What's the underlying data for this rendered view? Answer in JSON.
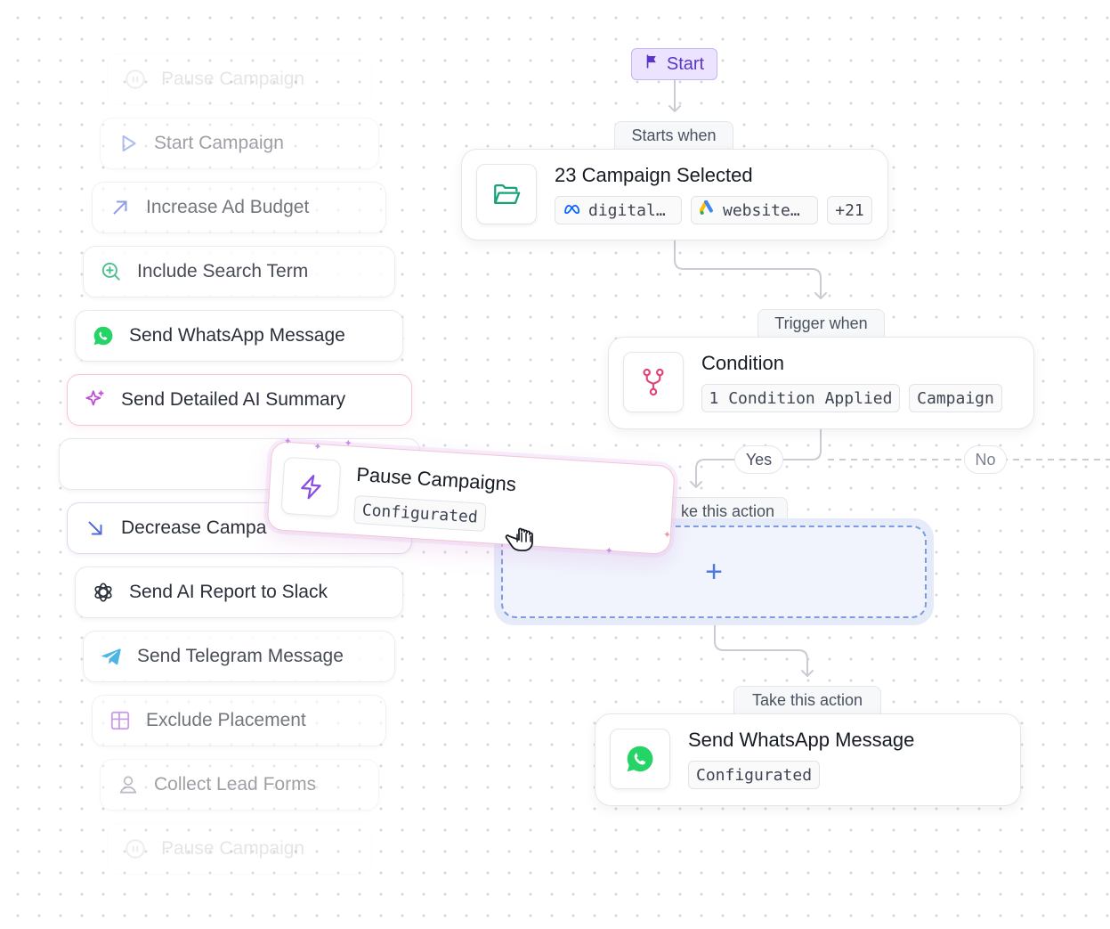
{
  "actions": [
    {
      "label": "Pause Campaign",
      "icon": "pause-icon"
    },
    {
      "label": "Start Campaign",
      "icon": "play-icon"
    },
    {
      "label": "Increase Ad Budget",
      "icon": "arrow-up-right-icon"
    },
    {
      "label": "Include Search Term",
      "icon": "zoom-in-icon"
    },
    {
      "label": "Send WhatsApp Message",
      "icon": "whatsapp-icon"
    },
    {
      "label": "Send Detailed AI Summary",
      "icon": "sparkle-icon"
    },
    {
      "label": "Decrease Campa",
      "icon": "arrow-down-right-icon"
    },
    {
      "label": "Send AI Report to Slack",
      "icon": "openai-icon"
    },
    {
      "label": "Send Telegram Message",
      "icon": "telegram-icon"
    },
    {
      "label": "Exclude Placement",
      "icon": "layout-icon"
    },
    {
      "label": "Collect Lead Forms",
      "icon": "user-icon"
    },
    {
      "label": "Pause Campaign",
      "icon": "pause-icon"
    }
  ],
  "flow": {
    "start_label": "Start",
    "starts_when_label": "Starts when",
    "campaign_node": {
      "title": "23 Campaign Selected",
      "tags": [
        "digital…",
        "website…",
        "+21"
      ]
    },
    "trigger_when_label": "Trigger when",
    "condition_node": {
      "title": "Condition",
      "tags": [
        "1 Condition Applied",
        "Campaign"
      ]
    },
    "yes_label": "Yes",
    "no_label": "No",
    "take_action_partial": "ke this action",
    "drop_zone_plus": "+",
    "take_action_label": "Take this action",
    "whatsapp_node": {
      "title": "Send WhatsApp Message",
      "tag": "Configurated"
    }
  },
  "dragged_card": {
    "title": "Pause Campaigns",
    "tag": "Configurated"
  },
  "colors": {
    "accent_purple": "#6b4de0",
    "whatsapp_green": "#25d366",
    "condition_pink": "#e0457b",
    "drop_blue": "#4f78dc"
  }
}
